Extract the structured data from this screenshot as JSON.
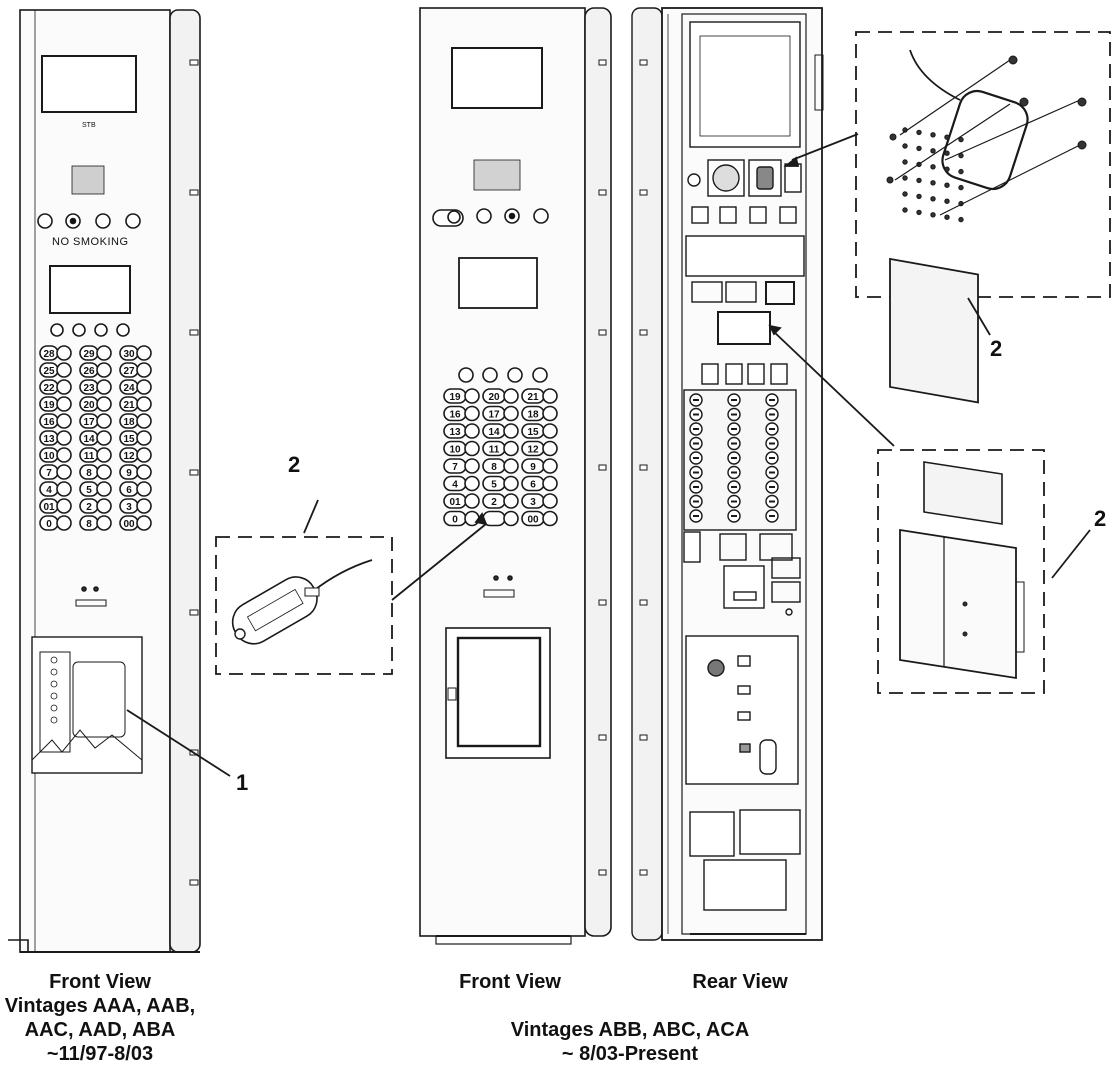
{
  "captions": {
    "front_view_old_title": "Front View",
    "front_view_old_vintages": "Vintages AAA, AAB,\nAAC, AAD, ABA\n~11/97-8/03",
    "front_view_new_title": "Front View",
    "rear_view_title": "Rear View",
    "new_vintages": "Vintages ABB, ABC, ACA\n~ 8/03-Present"
  },
  "callouts": {
    "item_1": "1",
    "item_2_card_reader": "2",
    "item_2_speaker": "2",
    "item_2_module": "2"
  },
  "panel_labels": {
    "no_smoking": "NO SMOKING",
    "small_label": "STB"
  },
  "keypad_old": [
    "28",
    "29",
    "30",
    "25",
    "26",
    "27",
    "22",
    "23",
    "24",
    "19",
    "20",
    "21",
    "16",
    "17",
    "18",
    "13",
    "14",
    "15",
    "10",
    "11",
    "12",
    "7",
    "8",
    "9",
    "4",
    "5",
    "6",
    "01",
    "2",
    "3",
    "0",
    "8",
    "00"
  ],
  "keypad_new": [
    "19",
    "20",
    "21",
    "16",
    "17",
    "18",
    "13",
    "14",
    "15",
    "10",
    "11",
    "12",
    "7",
    "8",
    "9",
    "4",
    "5",
    "6",
    "01",
    "2",
    "3",
    "0",
    "",
    "00"
  ],
  "colors": {
    "line": "#1a1a1a",
    "fill": "#f4f4f4",
    "dark": "#555555"
  }
}
